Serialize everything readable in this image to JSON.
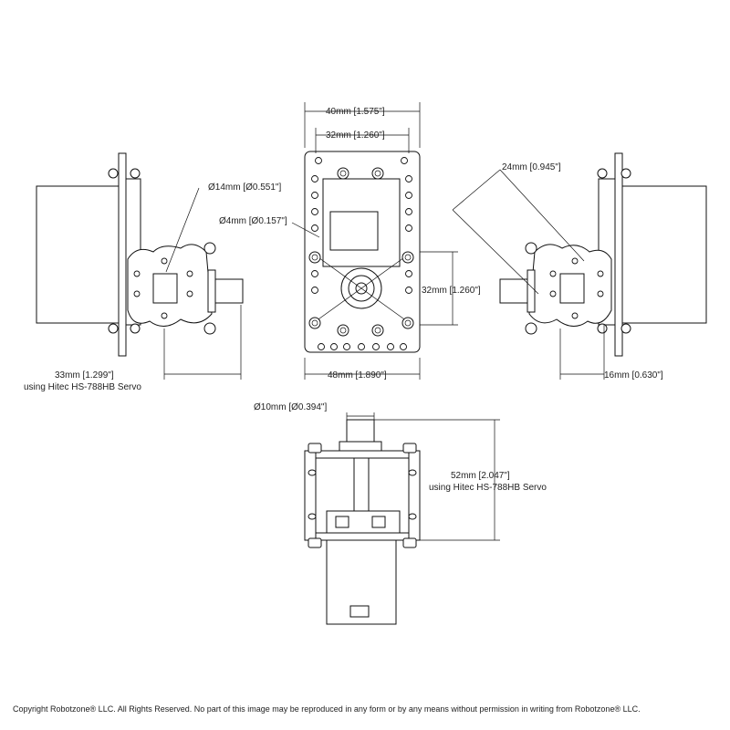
{
  "dimensions": {
    "top_width_40": "40mm [1.575\"]",
    "top_width_32": "32mm [1.260\"]",
    "diag_24": "24mm [0.945\"]",
    "hub_dia_14": "Ø14mm [Ø0.551\"]",
    "hole_dia_4": "Ø4mm [Ø0.157\"]",
    "height_32": "32mm [1.260\"]",
    "width_48": "48mm [1.890\"]",
    "left_33_line1": "33mm [1.299\"]",
    "left_33_line2": "using Hitec HS-788HB Servo",
    "right_16": "16mm [0.630\"]",
    "shaft_dia_10": "Ø10mm [Ø0.394\"]",
    "bottom_52_line1": "52mm [2.047\"]",
    "bottom_52_line2": "using Hitec HS-788HB Servo"
  },
  "footer": {
    "copyright": "Copyright Robotzone® LLC.  All Rights Reserved. No part of this image may be reproduced in any form or by any means without permission in writing from Robotzone® LLC."
  }
}
